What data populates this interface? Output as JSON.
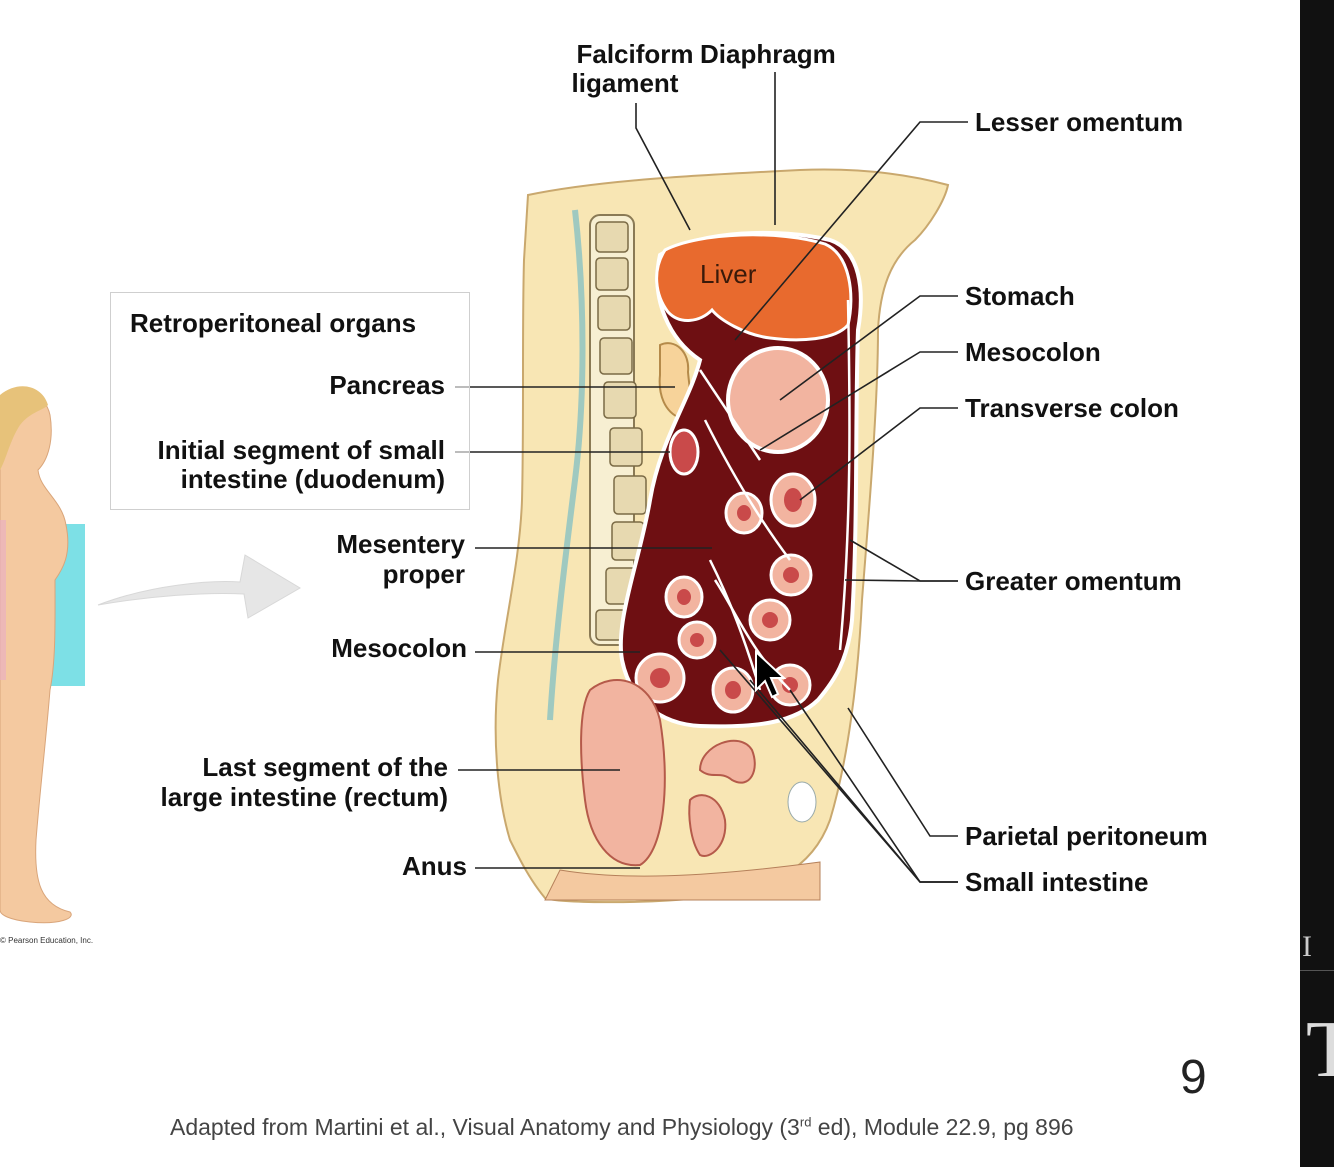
{
  "box": {
    "title": "Retroperitoneal organs"
  },
  "labels": {
    "falciform_1": "Falciform",
    "falciform_2": "ligament",
    "diaphragm": "Diaphragm",
    "lesser_omentum": "Lesser omentum",
    "stomach": "Stomach",
    "mesocolon_right": "Mesocolon",
    "transverse_colon": "Transverse colon",
    "greater_omentum": "Greater omentum",
    "parietal_peritoneum": "Parietal peritoneum",
    "small_intestine": "Small intestine",
    "pancreas": "Pancreas",
    "duodenum_1": "Initial segment of small",
    "duodenum_2": "intestine (duodenum)",
    "mesentery_1": "Mesentery",
    "mesentery_2": "proper",
    "mesocolon_left": "Mesocolon",
    "rectum_1": "Last segment of the",
    "rectum_2": "large intestine (rectum)",
    "anus": "Anus",
    "liver": "Liver"
  },
  "credit": "© Pearson Education, Inc.",
  "page_number": "9",
  "caption": {
    "before": "Adapted from Martini et al., Visual Anatomy and Physiology (3",
    "sup": "rd",
    "after": " ed), Module 22.9, pg 896"
  },
  "side_panel": {
    "glyph_1": "I",
    "glyph_2": "T"
  },
  "colors": {
    "body_tan": "#f8e6b4",
    "liver": "#e86a2e",
    "cavity": "#6e0f12",
    "intestine": "#f2b4a0",
    "spine": "#f7efd2",
    "skin": "#f4c9a0"
  }
}
